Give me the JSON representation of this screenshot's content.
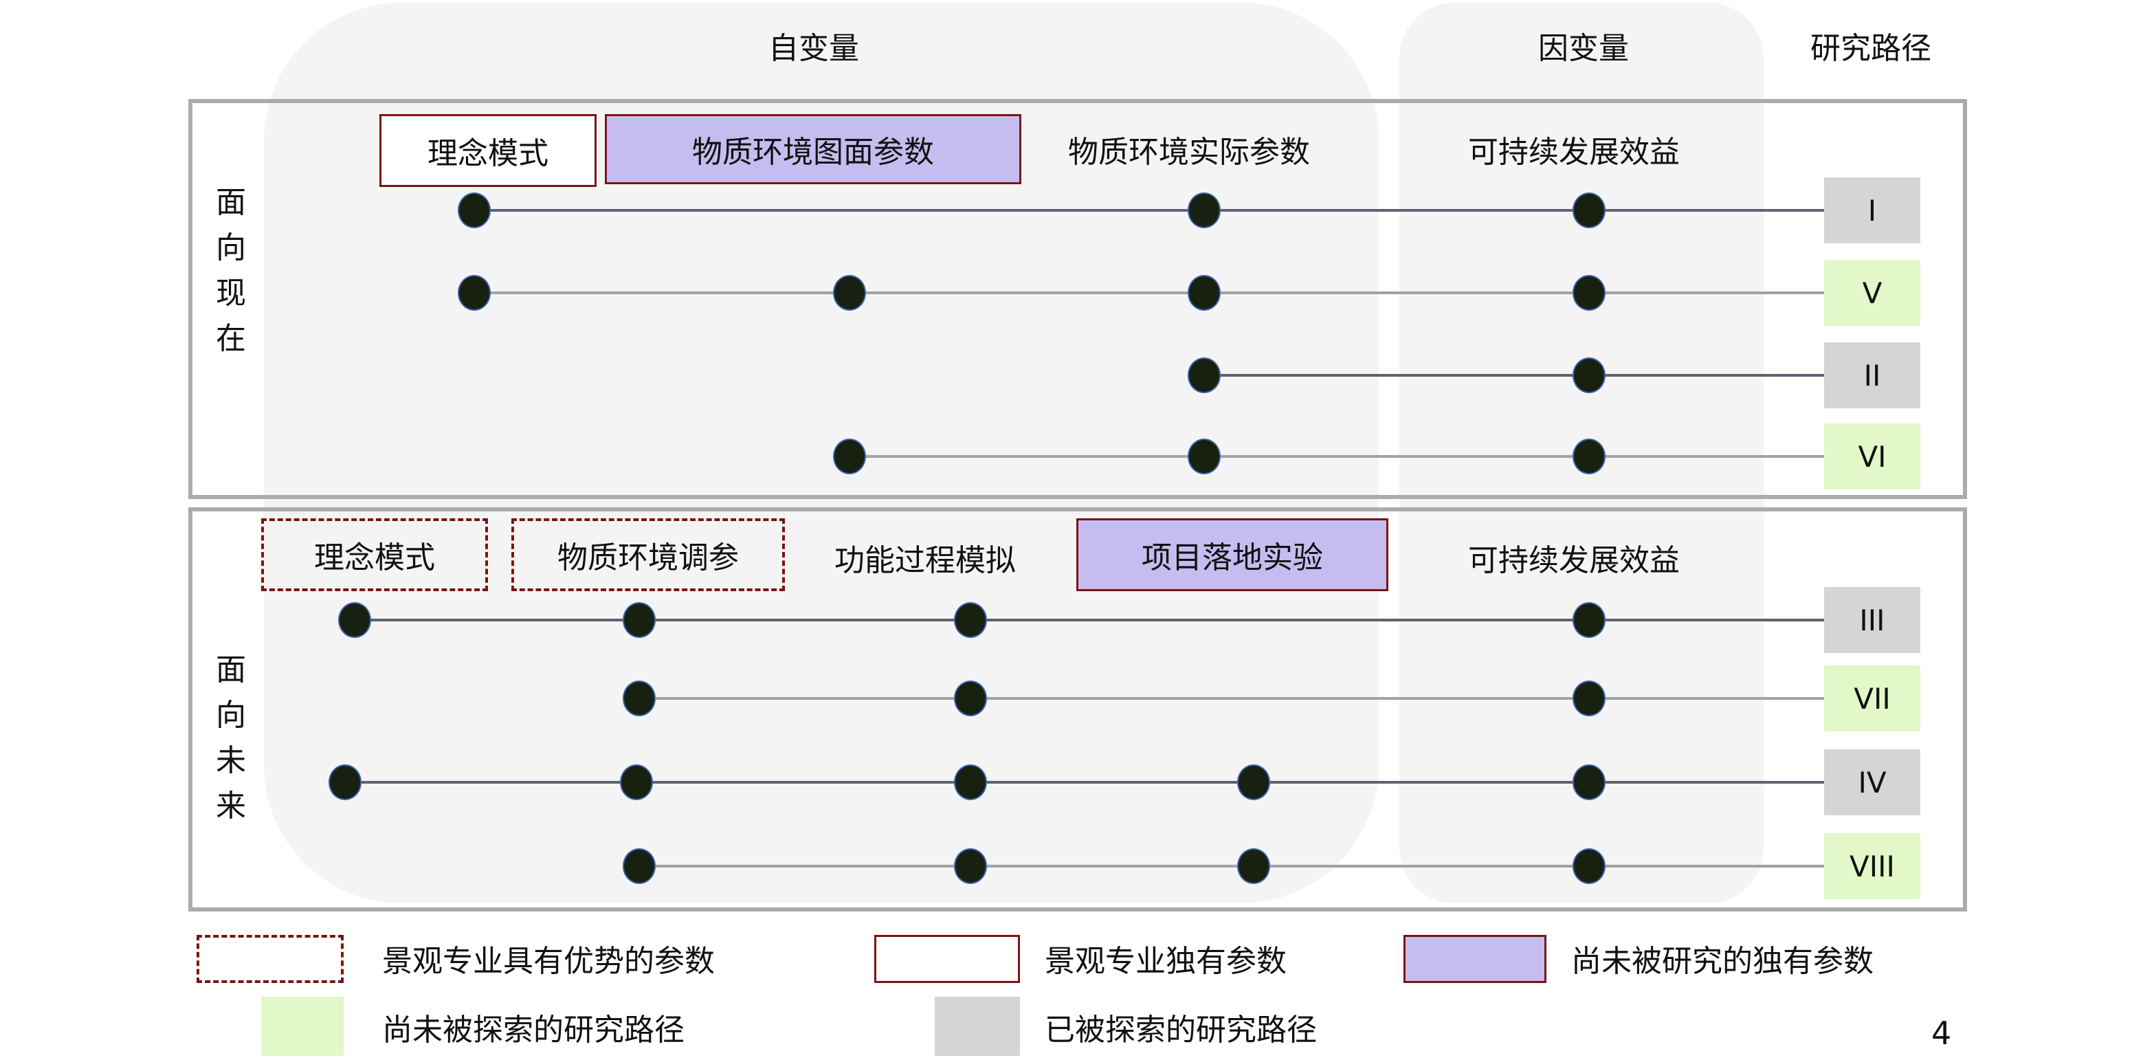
{
  "headers": {
    "independent": "自变量",
    "dependent": "因变量",
    "path": "研究路径"
  },
  "colors": {
    "explored": "#d4d6d5",
    "unexplored": "#e2f8c8",
    "unique_unstudied": "#c5bdf0",
    "border": "#7a1414"
  },
  "present": {
    "side_label": [
      "面",
      "向",
      "现",
      "在"
    ],
    "labels": [
      {
        "text": "理念模式",
        "style": "solid"
      },
      {
        "text": "物质环境图面参数",
        "style": "purple"
      },
      {
        "text": "物质环境实际参数",
        "style": "plain"
      },
      {
        "text": "可持续发展效益",
        "style": "plain"
      }
    ],
    "rows": [
      {
        "path": "I",
        "status": "explored",
        "nodes": [
          0,
          2,
          3
        ]
      },
      {
        "path": "V",
        "status": "unexplored",
        "nodes": [
          0,
          1,
          2,
          3
        ]
      },
      {
        "path": "II",
        "status": "explored",
        "nodes": [
          2,
          3
        ]
      },
      {
        "path": "VI",
        "status": "unexplored",
        "nodes": [
          1,
          2,
          3
        ]
      }
    ]
  },
  "future": {
    "side_label": [
      "面",
      "向",
      "未",
      "来"
    ],
    "labels": [
      {
        "text": "理念模式",
        "style": "dashed"
      },
      {
        "text": "物质环境调参",
        "style": "dashed"
      },
      {
        "text": "功能过程模拟",
        "style": "plain"
      },
      {
        "text": "项目落地实验",
        "style": "purple"
      },
      {
        "text": "可持续发展效益",
        "style": "plain"
      }
    ],
    "rows": [
      {
        "path": "III",
        "status": "explored",
        "nodes": [
          0,
          1,
          2,
          4
        ]
      },
      {
        "path": "VII",
        "status": "unexplored",
        "nodes": [
          1,
          2,
          4
        ]
      },
      {
        "path": "IV",
        "status": "explored",
        "nodes": [
          0,
          1,
          2,
          3,
          4
        ]
      },
      {
        "path": "VIII",
        "status": "unexplored",
        "nodes": [
          1,
          2,
          3,
          4
        ]
      }
    ]
  },
  "legend": [
    {
      "text": "景观专业具有优势的参数",
      "swatch": "dashed"
    },
    {
      "text": "景观专业独有参数",
      "swatch": "solid"
    },
    {
      "text": "尚未被研究的独有参数",
      "swatch": "purple"
    },
    {
      "text": "尚未被探索的研究路径",
      "swatch": "unexplored"
    },
    {
      "text": "已被探索的研究路径",
      "swatch": "explored"
    }
  ],
  "page_number": "4"
}
